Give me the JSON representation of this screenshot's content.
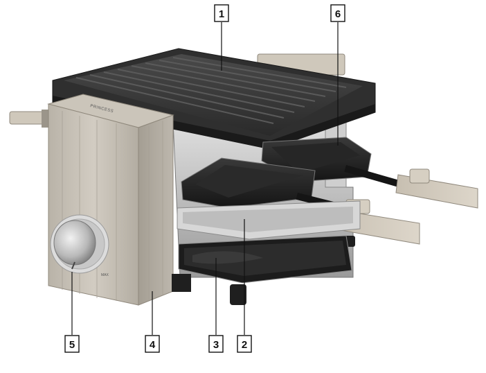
{
  "brand": "PRINCESS",
  "dial_label": "MAX",
  "callouts": [
    {
      "label": "1"
    },
    {
      "label": "6"
    },
    {
      "label": "5"
    },
    {
      "label": "4"
    },
    {
      "label": "3"
    },
    {
      "label": "2"
    }
  ]
}
